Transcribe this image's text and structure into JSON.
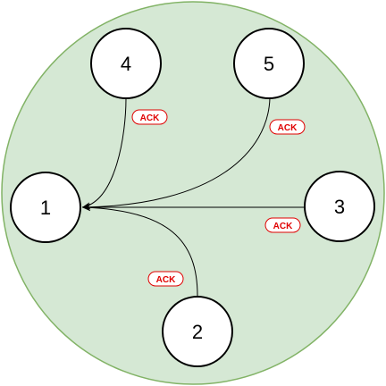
{
  "colors": {
    "background": "#ffffff",
    "cluster_fill": "#d5e8d4",
    "cluster_stroke": "#82b366",
    "node_fill": "#ffffff",
    "node_stroke": "#000000",
    "edge_stroke": "#000000",
    "ack_text": "#e00000",
    "ack_border": "#e00000"
  },
  "diagram": {
    "nodes": [
      {
        "id": "1",
        "label": "1"
      },
      {
        "id": "2",
        "label": "2"
      },
      {
        "id": "3",
        "label": "3"
      },
      {
        "id": "4",
        "label": "4"
      },
      {
        "id": "5",
        "label": "5"
      }
    ],
    "edges": [
      {
        "from": "4",
        "to": "1",
        "label": "ACK"
      },
      {
        "from": "5",
        "to": "1",
        "label": "ACK"
      },
      {
        "from": "3",
        "to": "1",
        "label": "ACK"
      },
      {
        "from": "2",
        "to": "1",
        "label": "ACK"
      }
    ]
  }
}
